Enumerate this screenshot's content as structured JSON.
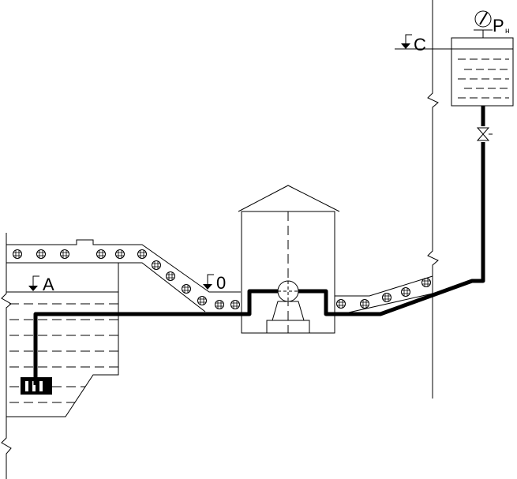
{
  "levels": {
    "intake": "A",
    "pump_axis": "0",
    "tank": "C"
  },
  "pressure_gauge": {
    "symbol": "P",
    "subscript": "н"
  },
  "colors": {
    "line": "#000000",
    "background": "#ffffff"
  },
  "icons": [
    "level-marker-icon",
    "pressure-gauge-icon",
    "valve-icon",
    "pump-icon",
    "intake-screen-icon",
    "break-mark-icon"
  ]
}
